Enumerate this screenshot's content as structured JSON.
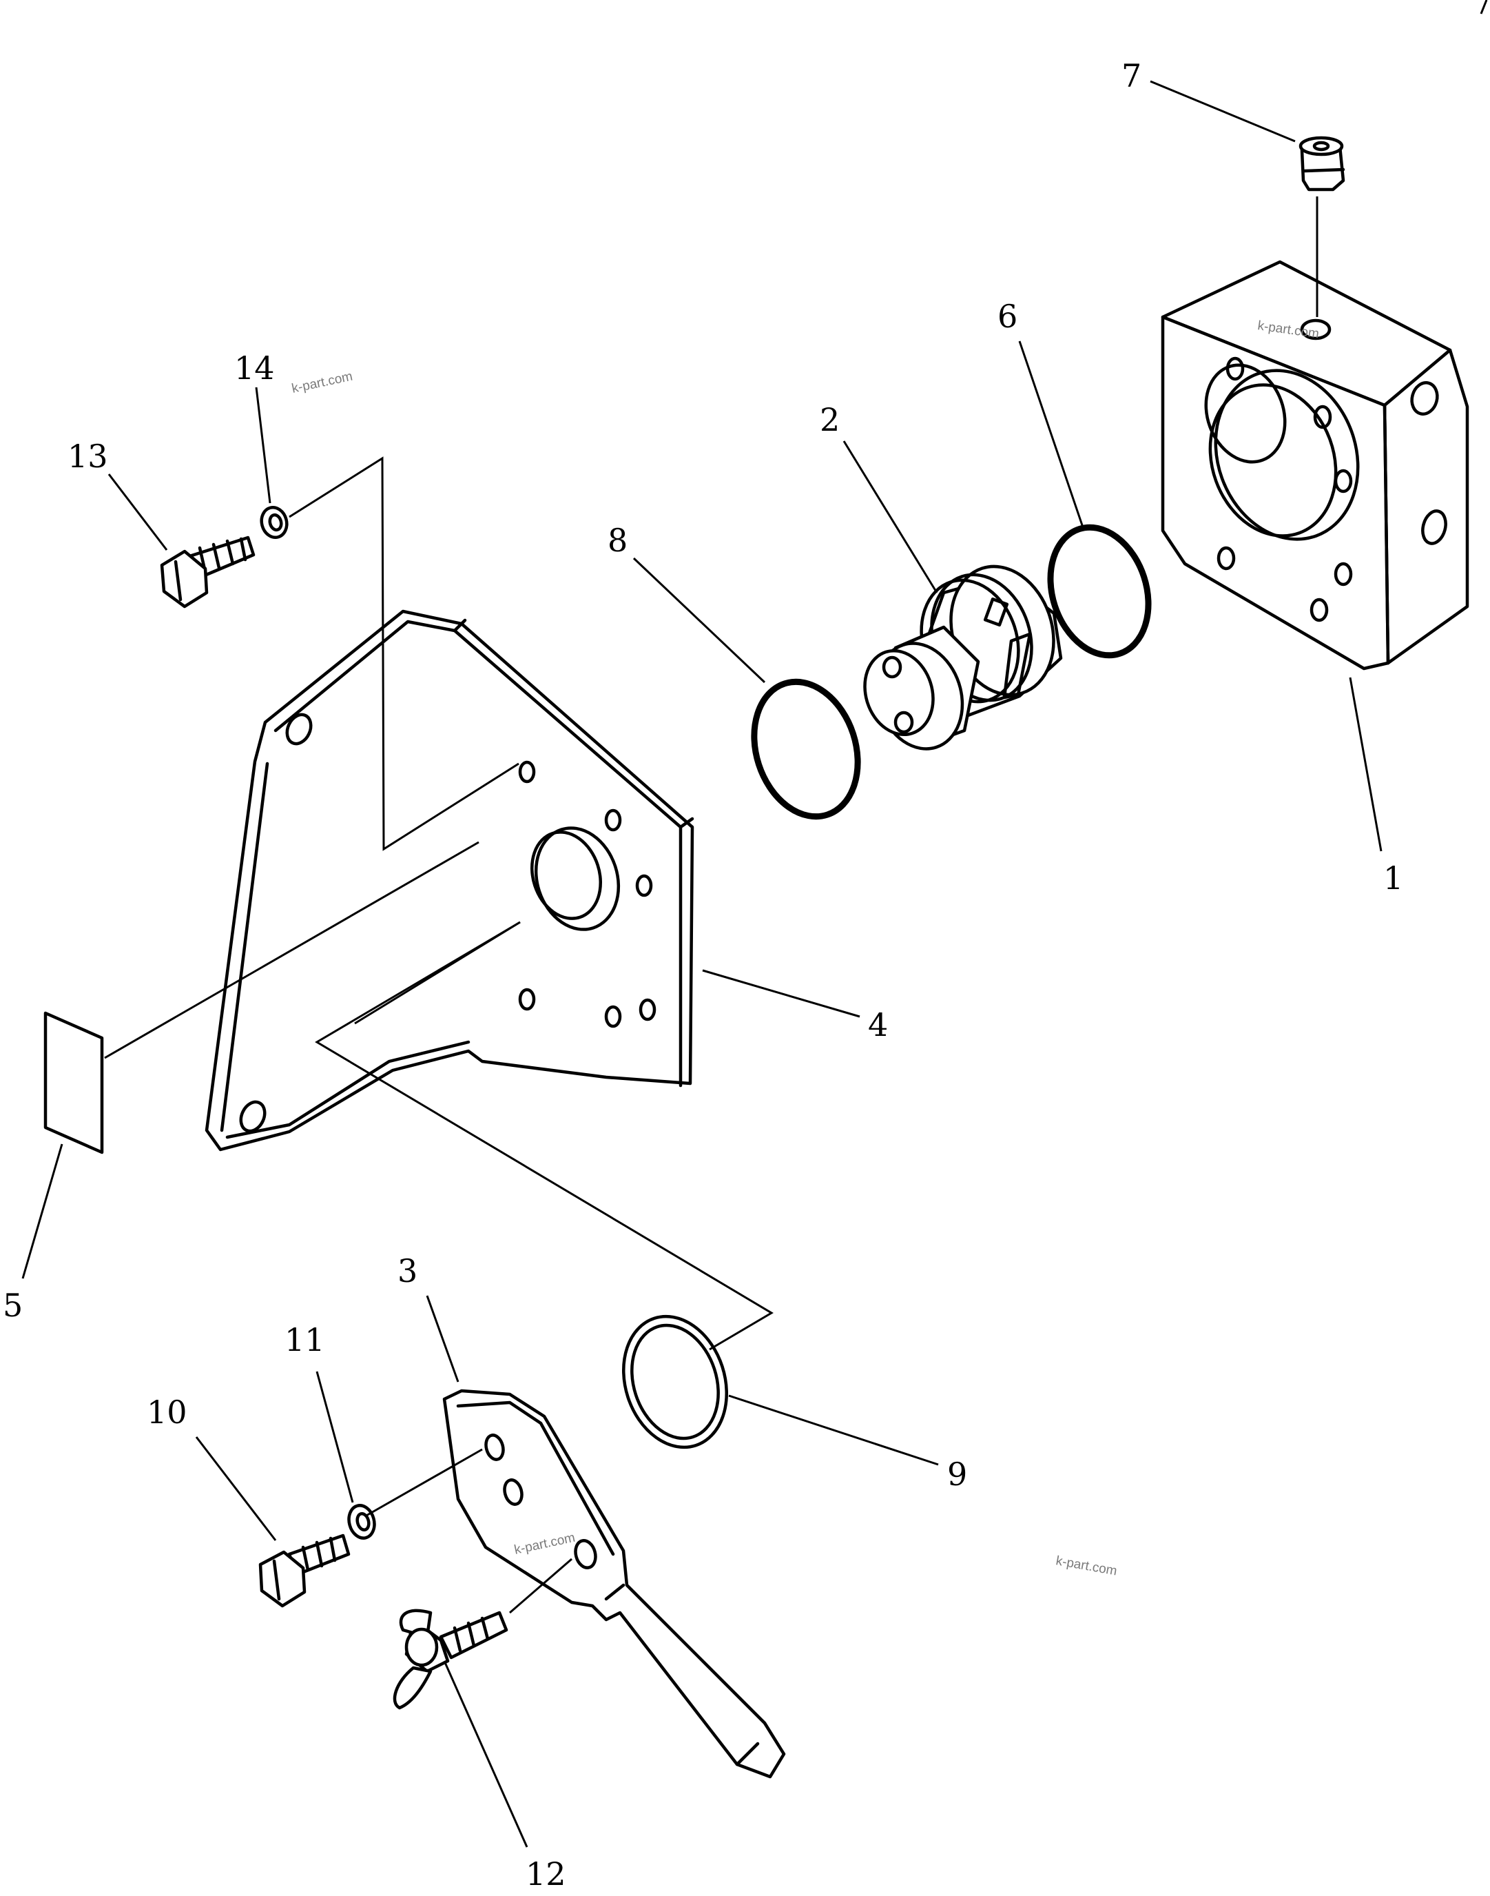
{
  "diagram": {
    "callouts": [
      "1",
      "2",
      "3",
      "4",
      "5",
      "6",
      "7",
      "8",
      "9",
      "10",
      "11",
      "12",
      "13",
      "14"
    ],
    "watermarks": [
      "k-part.com",
      "k-part.com",
      "k-part.com",
      "k-part.com"
    ],
    "parts": [
      {
        "number": "1",
        "icon": "valve-body-block-icon"
      },
      {
        "number": "2",
        "icon": "valve-spool-plug-icon"
      },
      {
        "number": "3",
        "icon": "lever-handle-icon"
      },
      {
        "number": "4",
        "icon": "mounting-bracket-plate-icon"
      },
      {
        "number": "5",
        "icon": "label-plate-icon"
      },
      {
        "number": "6",
        "icon": "o-ring-icon"
      },
      {
        "number": "7",
        "icon": "plug-icon"
      },
      {
        "number": "8",
        "icon": "o-ring-icon"
      },
      {
        "number": "9",
        "icon": "ring-seal-icon"
      },
      {
        "number": "10",
        "icon": "hex-bolt-icon"
      },
      {
        "number": "11",
        "icon": "washer-icon"
      },
      {
        "number": "12",
        "icon": "wing-bolt-icon"
      },
      {
        "number": "13",
        "icon": "hex-bolt-icon"
      },
      {
        "number": "14",
        "icon": "washer-icon"
      }
    ]
  }
}
